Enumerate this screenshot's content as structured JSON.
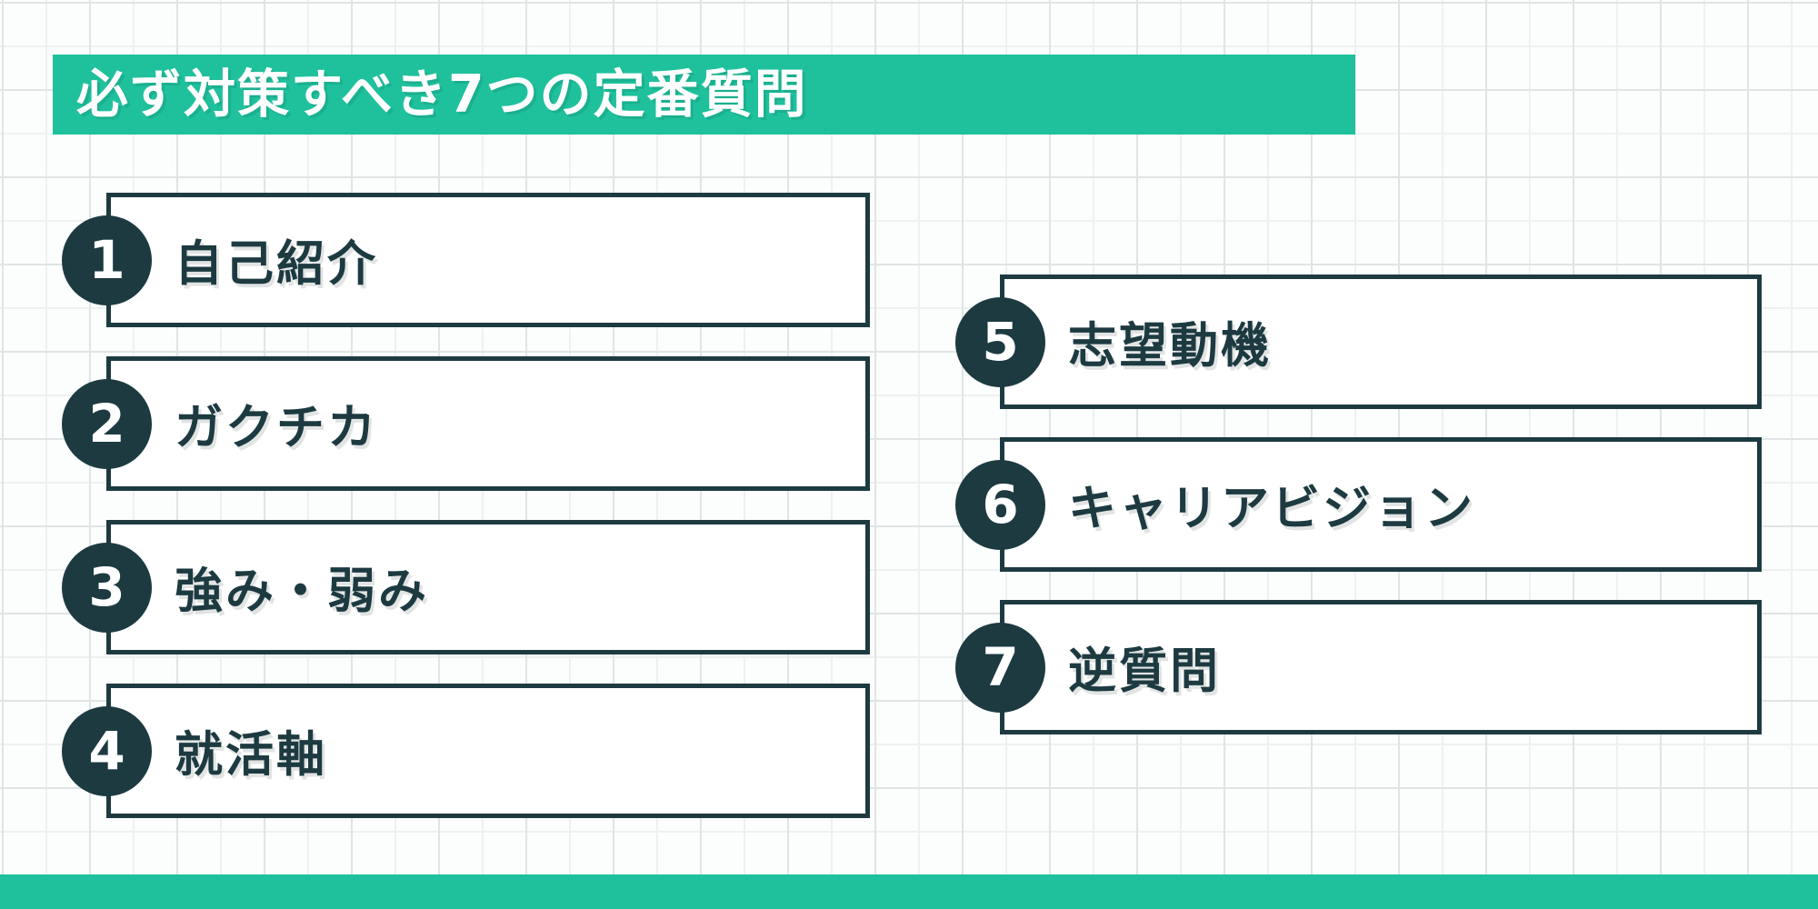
{
  "header": {
    "title": "必ず対策すべき7つの定番質問"
  },
  "items": [
    {
      "number": "1",
      "label": "自己紹介"
    },
    {
      "number": "2",
      "label": "ガクチカ"
    },
    {
      "number": "3",
      "label": "強み・弱み"
    },
    {
      "number": "4",
      "label": "就活軸"
    },
    {
      "number": "5",
      "label": "志望動機"
    },
    {
      "number": "6",
      "label": "キャリアビジョン"
    },
    {
      "number": "7",
      "label": "逆質問"
    }
  ],
  "theme": {
    "accent": "#1fc19d",
    "dark": "#1d3a41",
    "paper": "#fcfdfd",
    "grid-line": "#eef1f1",
    "grid-strong": "#e0e4e4"
  }
}
